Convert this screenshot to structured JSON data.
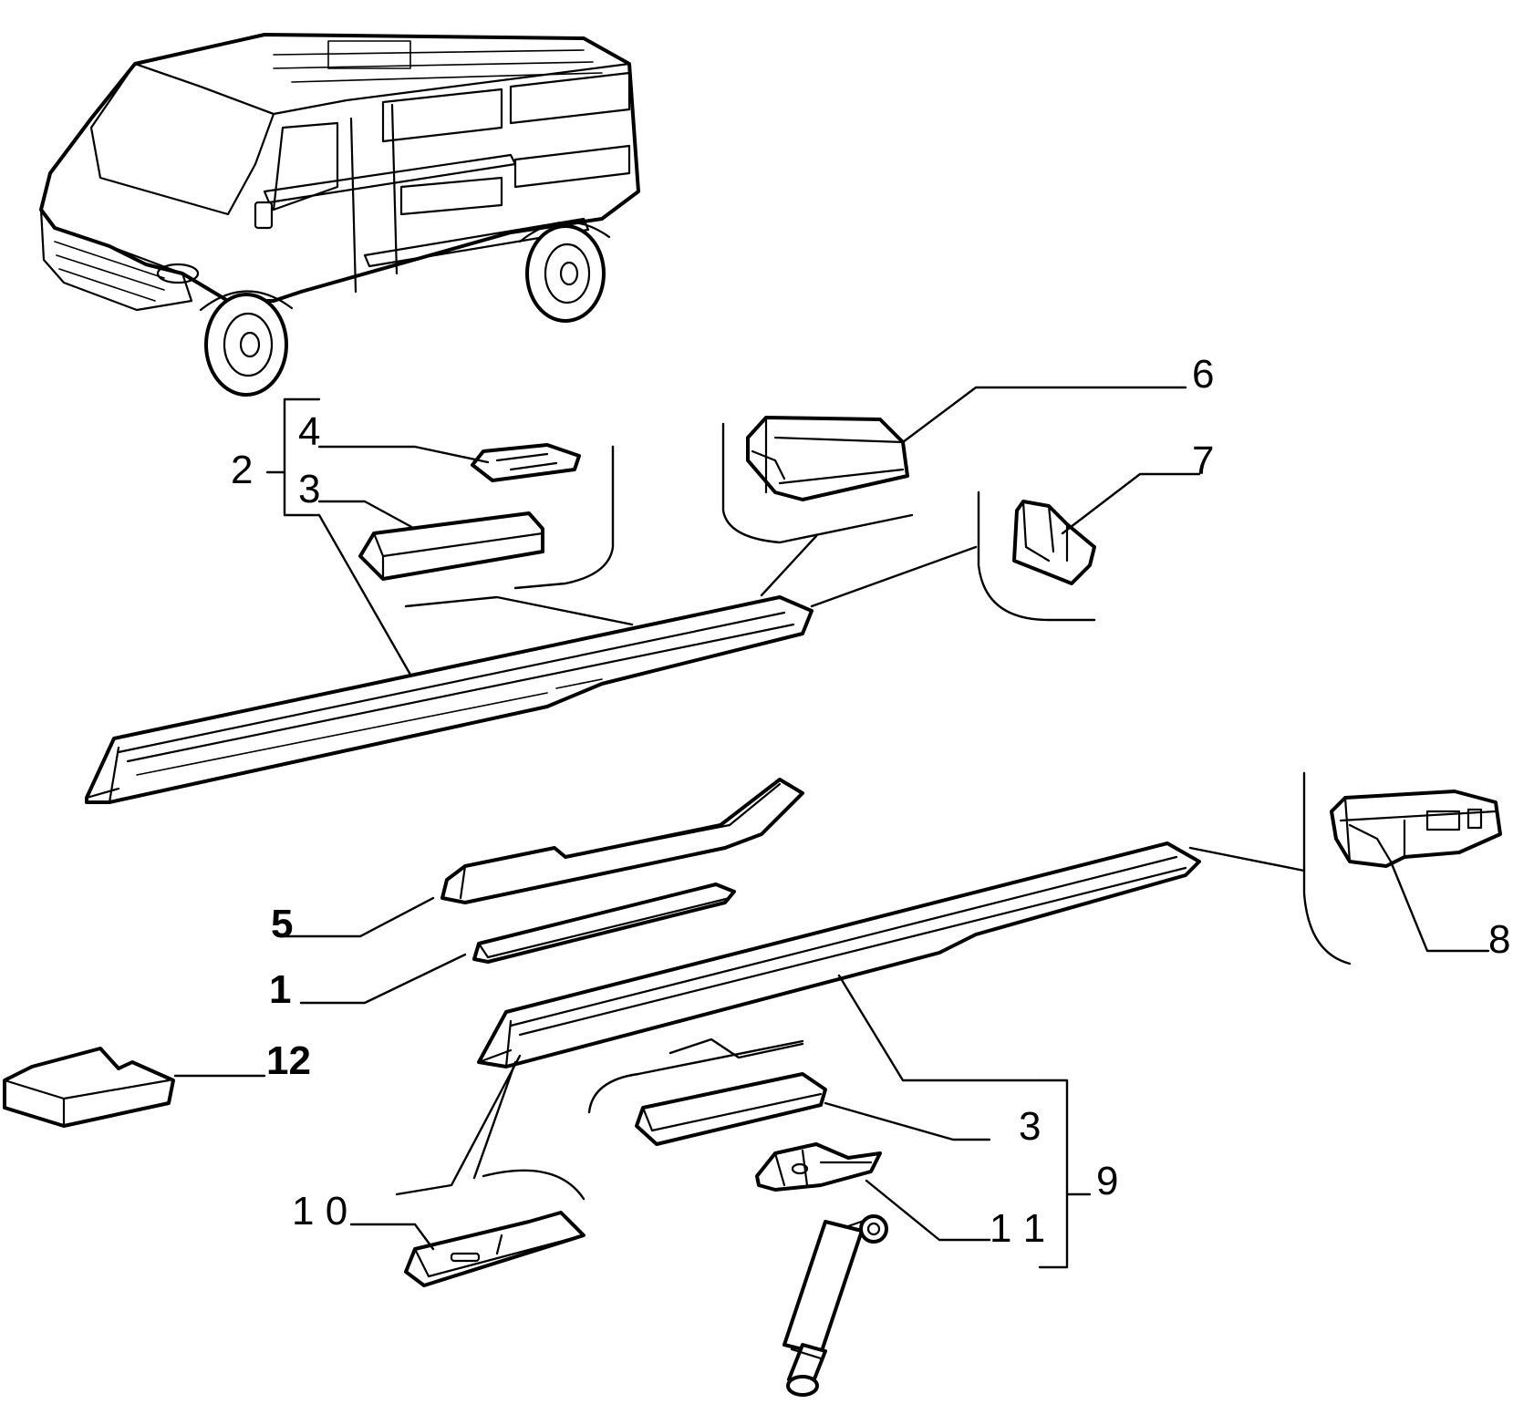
{
  "callouts": {
    "c1": "1",
    "c2": "2",
    "c3_top": "3",
    "c3_bottom": "3",
    "c4": "4",
    "c5": "5",
    "c6": "6",
    "c7": "7",
    "c8": "8",
    "c9": "9",
    "c10": "1 0",
    "c11": "1 1",
    "c12": "12"
  },
  "icons": [
    "van-illustration",
    "sill-panel-left",
    "sill-panel-right",
    "rocker-reinforcement",
    "closing-panel",
    "end-cap",
    "bracket",
    "shock-absorber",
    "tray"
  ],
  "colors": {
    "line": "#000000",
    "background": "#ffffff"
  }
}
